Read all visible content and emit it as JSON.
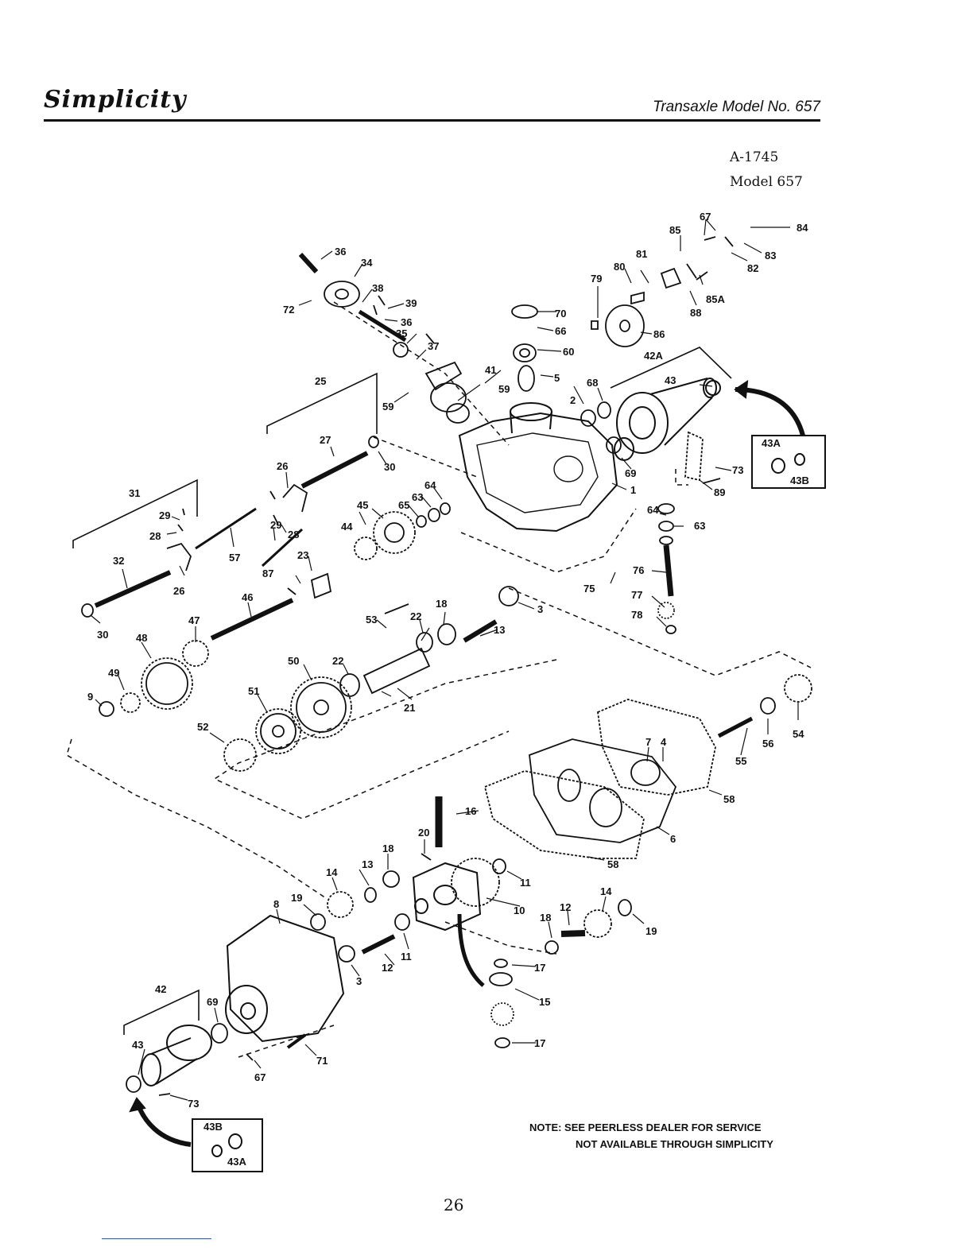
{
  "header": {
    "brand": "Simplicity",
    "title": "Transaxle Model No. 657"
  },
  "reference": {
    "code": "A-1745",
    "model": "Model 657"
  },
  "part_labels": [
    "1",
    "2",
    "3",
    "3",
    "4",
    "5",
    "6",
    "7",
    "8",
    "9",
    "10",
    "11",
    "11",
    "12",
    "12",
    "13",
    "13",
    "14",
    "14",
    "15",
    "16",
    "17",
    "17",
    "18",
    "18",
    "18",
    "19",
    "19",
    "20",
    "21",
    "22",
    "22",
    "23",
    "25",
    "26",
    "26",
    "27",
    "28",
    "28",
    "29",
    "29",
    "30",
    "30",
    "31",
    "32",
    "34",
    "35",
    "36",
    "36",
    "37",
    "38",
    "39",
    "41",
    "42",
    "42A",
    "43",
    "43",
    "43A",
    "43A",
    "43B",
    "43B",
    "44",
    "45",
    "46",
    "47",
    "48",
    "49",
    "50",
    "51",
    "52",
    "53",
    "54",
    "55",
    "56",
    "57",
    "58",
    "58",
    "59",
    "59",
    "60",
    "63",
    "63",
    "64",
    "64",
    "65",
    "66",
    "67",
    "67",
    "68",
    "69",
    "69",
    "70",
    "71",
    "72",
    "73",
    "73",
    "75",
    "76",
    "77",
    "78",
    "79",
    "80",
    "81",
    "82",
    "83",
    "84",
    "85",
    "85A",
    "86",
    "87",
    "88",
    "89"
  ],
  "note": {
    "line1": "NOTE:  SEE PEERLESS DEALER FOR SERVICE",
    "line2": "NOT AVAILABLE THROUGH SIMPLICITY"
  },
  "page_number": "26"
}
